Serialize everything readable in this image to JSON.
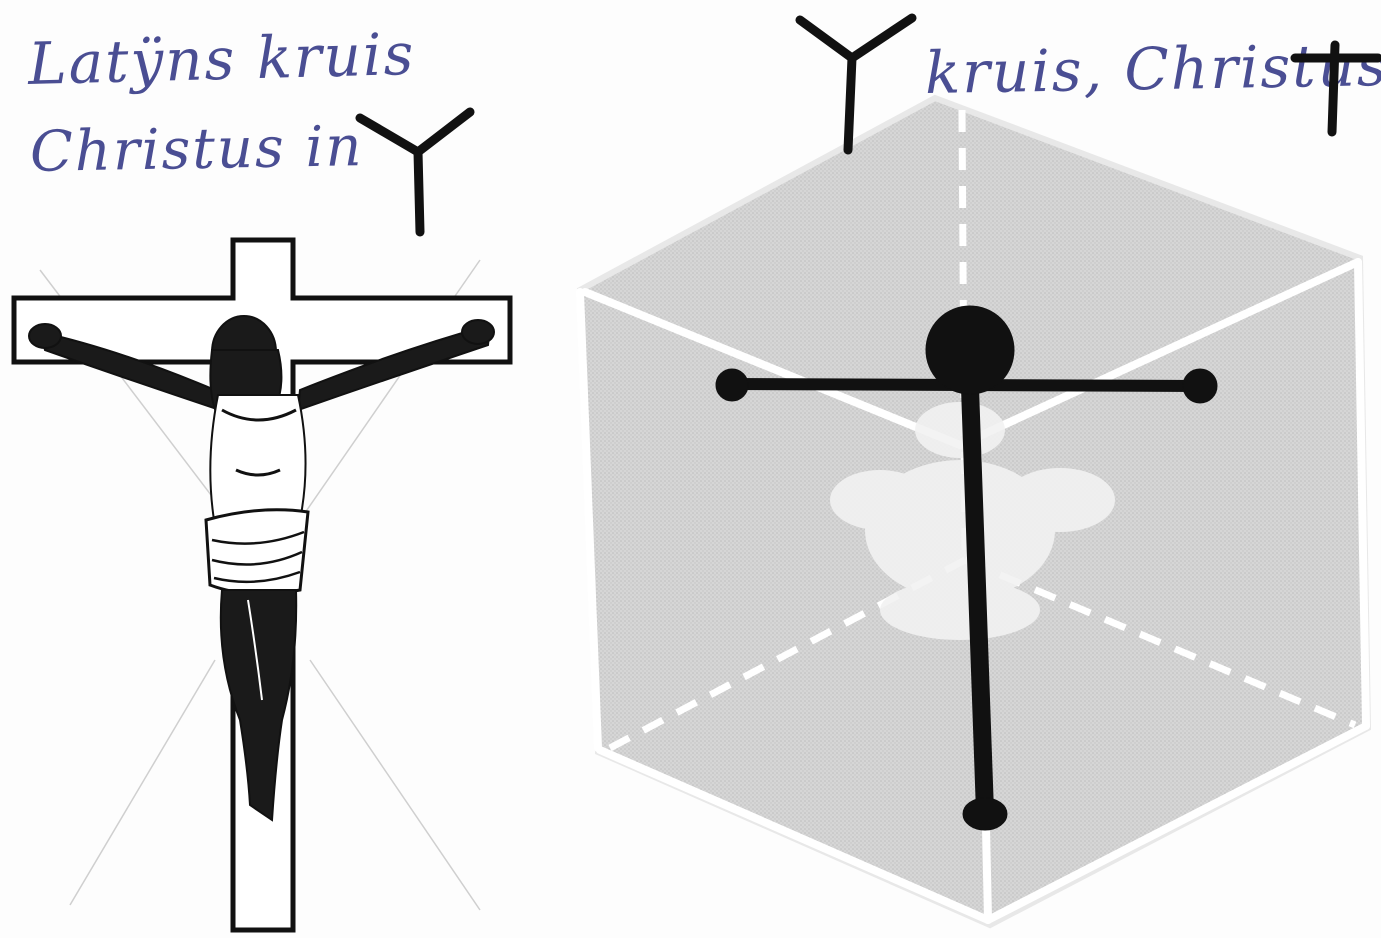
{
  "left_caption": {
    "line1": "Latÿns kruis",
    "line2": "Christus in"
  },
  "right_caption": {
    "text": "kruis, Christus"
  },
  "colors": {
    "ink_blue": "#4a4e93",
    "ink_black": "#111111",
    "cube_gray": "#cfcfcf",
    "cube_edge": "#ffffff"
  },
  "icons": {
    "y_symbol": "y-cross-symbol",
    "latin_cross_symbol": "latin-cross-symbol"
  }
}
